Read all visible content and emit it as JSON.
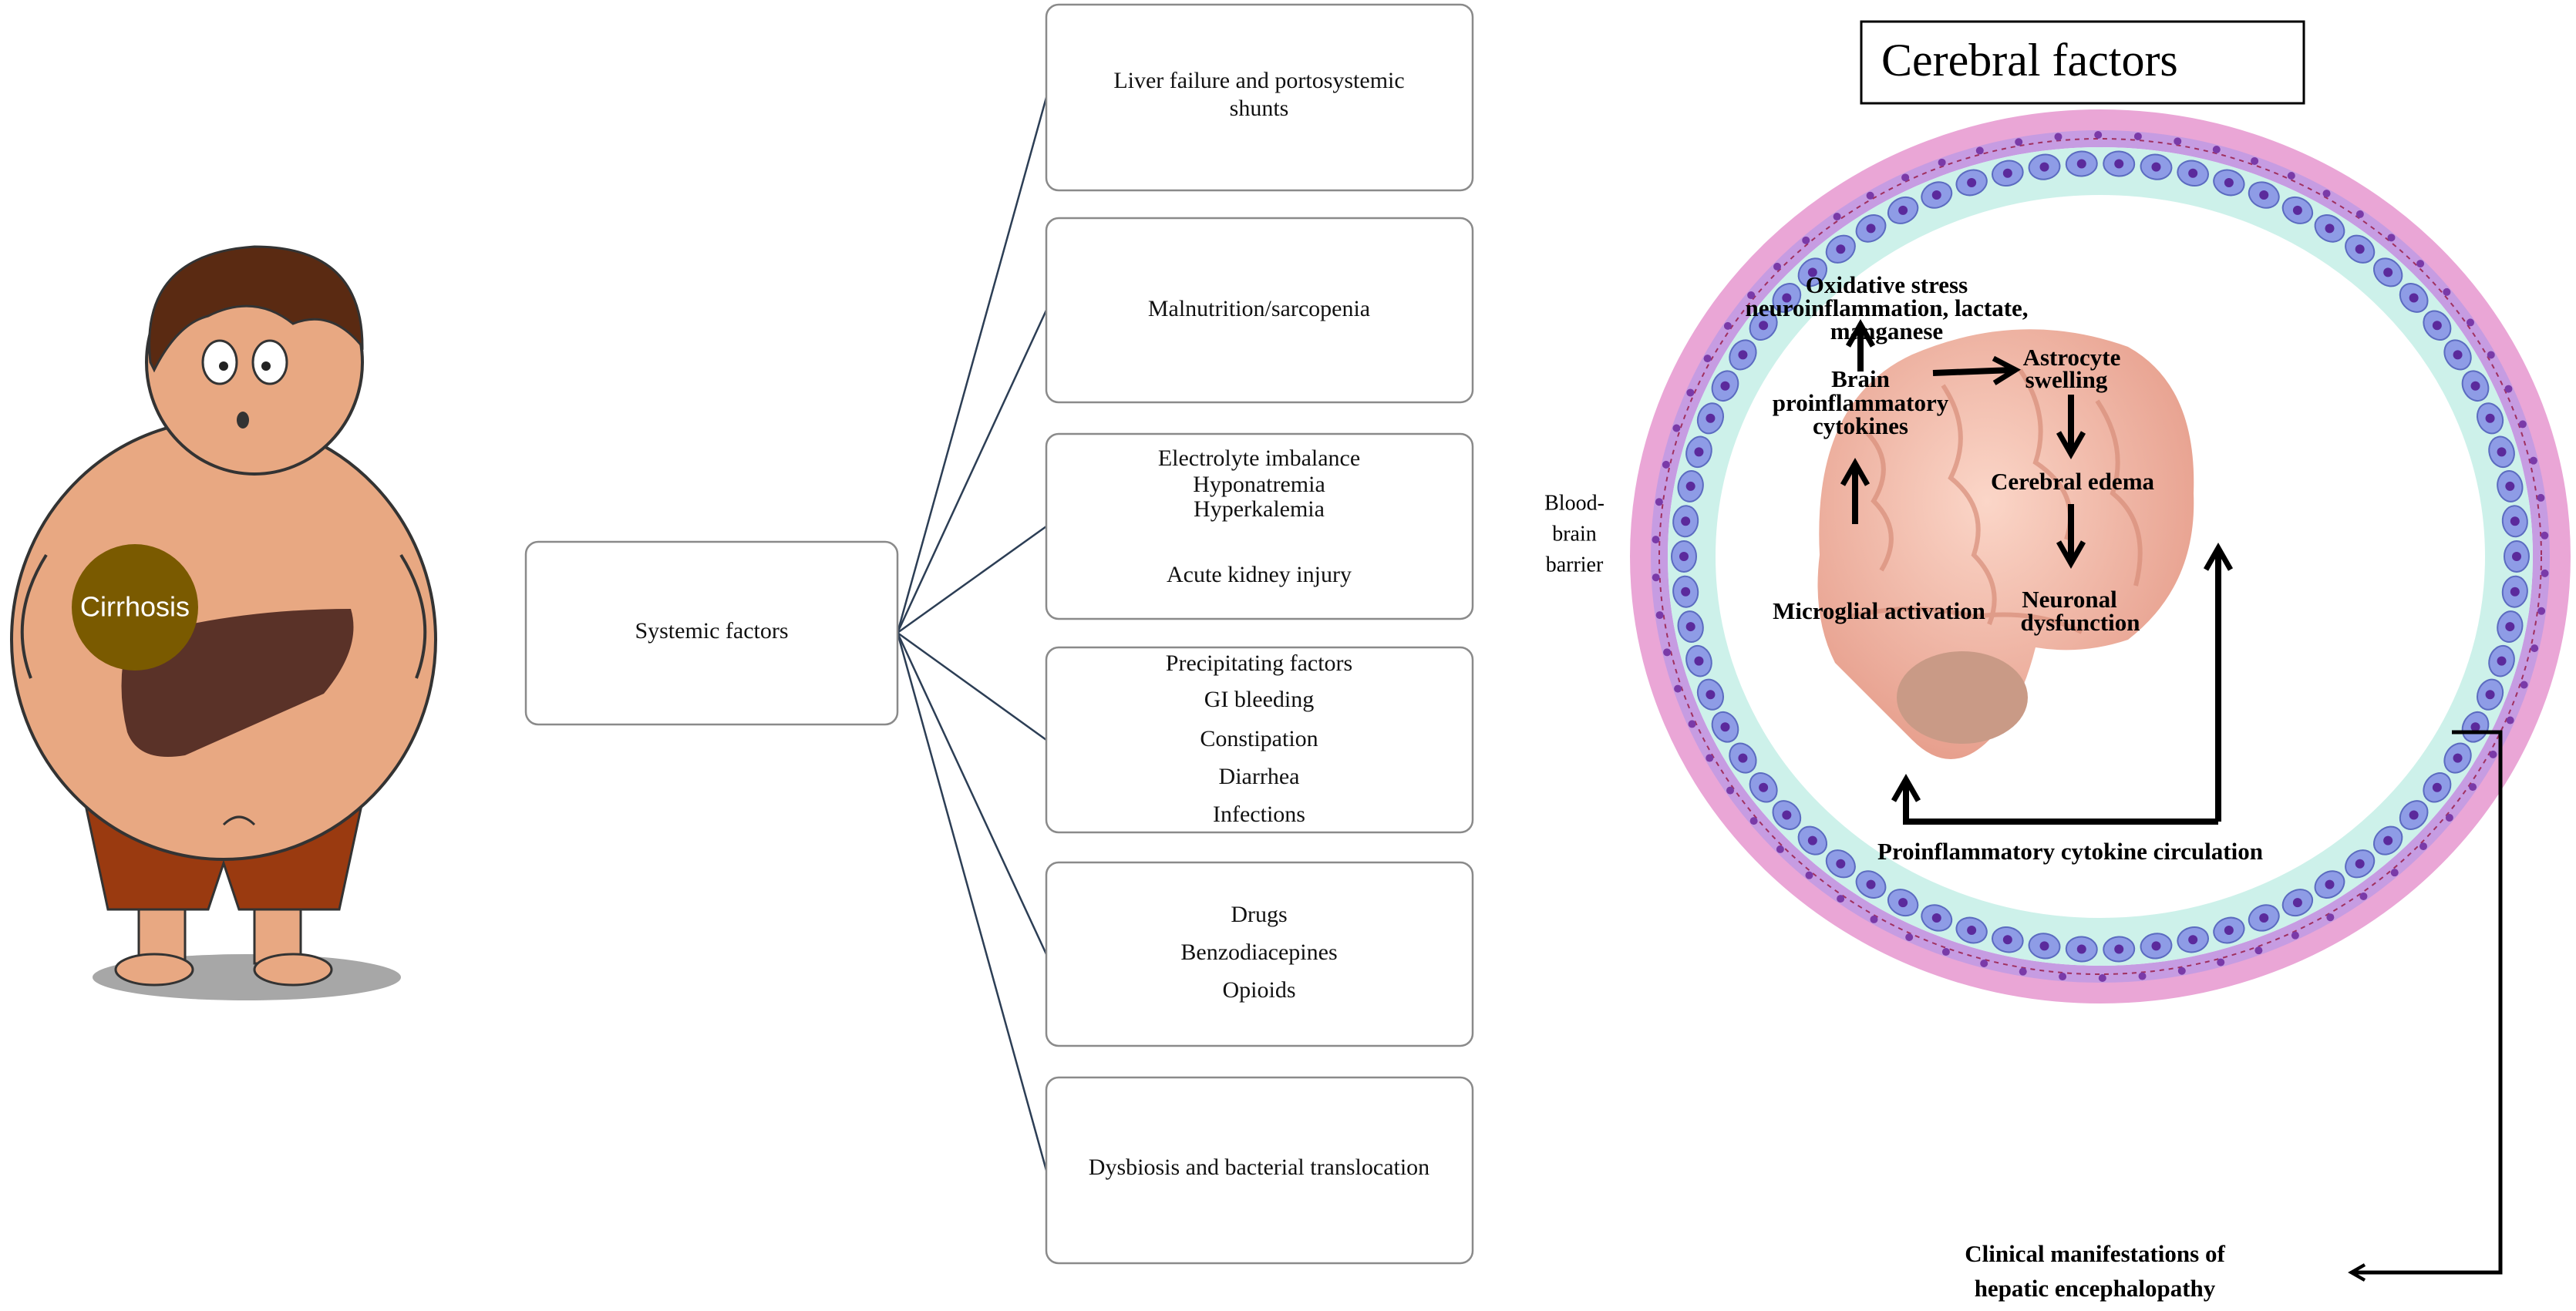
{
  "patient": {
    "liver_label": "Cirrhosis"
  },
  "systemic": {
    "label": "Systemic factors"
  },
  "factors": [
    {
      "lines": [
        "Liver failure and portosystemic",
        "shunts"
      ]
    },
    {
      "lines": [
        "Malnutrition/sarcopenia"
      ]
    },
    {
      "lines": [
        "Electrolyte imbalance",
        "Hyponatremia",
        "Hyperkalemia",
        "Acute kidney injury"
      ]
    },
    {
      "lines": [
        "Precipitating factors",
        "GI bleeding",
        "Constipation",
        "Diarrhea",
        "Infections"
      ]
    },
    {
      "lines": [
        "Drugs",
        "Benzodiacepines",
        "Opioids"
      ]
    },
    {
      "lines": [
        "Dysbiosis and bacterial translocation"
      ]
    }
  ],
  "cerebral": {
    "title": "Cerebral factors",
    "bbb": [
      "Blood-",
      "brain",
      "barrier"
    ],
    "oxidative": [
      "Oxidative stress",
      "neuroinflammation, lactate,",
      "manganese"
    ],
    "brain_cytokines": [
      "Brain",
      "proinflammatory",
      "cytokines"
    ],
    "astrocyte": [
      "Astrocyte",
      "swelling"
    ],
    "edema": "Cerebral edema",
    "neuronal": [
      "Neuronal",
      "dysfunction"
    ],
    "microglial": "Microglial activation",
    "circulation": "Proinflammatory cytokine circulation",
    "clinical": [
      "Clinical manifestations of",
      "hepatic encephalopathy"
    ]
  },
  "colors": {
    "connector": "#2c3e55",
    "box_border": "#8a8a8a",
    "skin": "#e8a882",
    "liver": "#5a3228",
    "cirrhosis_circle": "#7a5a00",
    "shorts": "#9a3a10",
    "membrane_pink": "#eaa6d6",
    "membrane_cyan": "#cdf1ea",
    "cell_blue": "#8e9ce6",
    "nucleus": "#5b2a9c",
    "brain": "#f2b9a8"
  }
}
